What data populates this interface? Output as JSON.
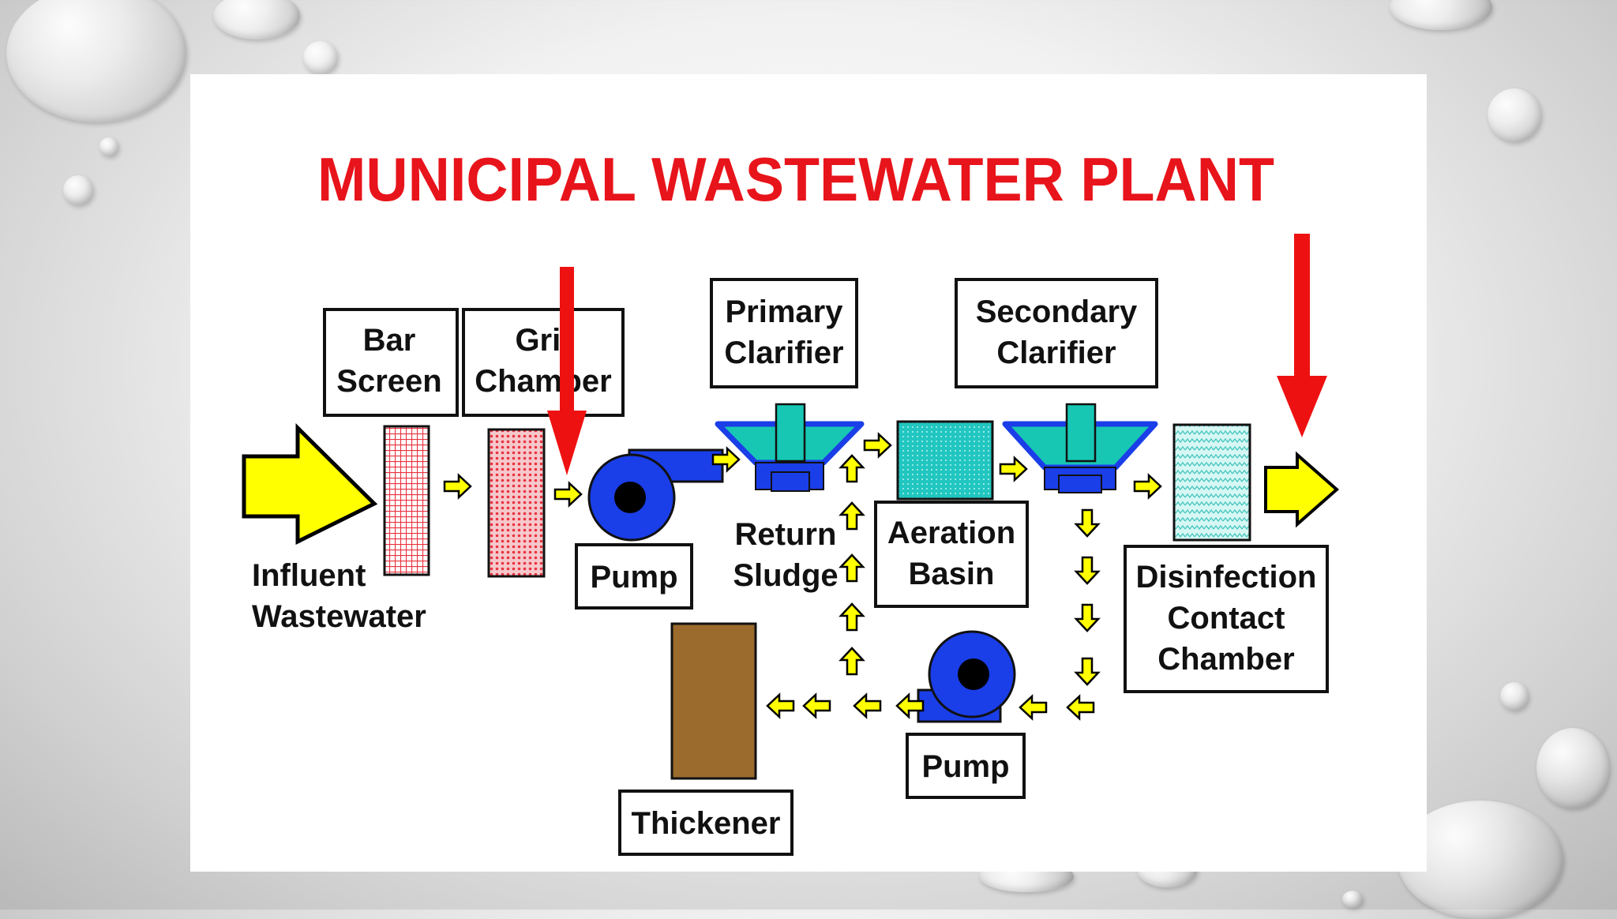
{
  "title": "MUNICIPAL WASTEWATER PLANT",
  "labels": {
    "bar_screen": [
      "Bar",
      "Screen"
    ],
    "grit_chamber": [
      "Grit",
      "Chamber"
    ],
    "primary_clarifier": [
      "Primary",
      "Clarifier"
    ],
    "secondary_clarifier": [
      "Secondary",
      "Clarifier"
    ],
    "influent": [
      "Influent",
      "Wastewater"
    ],
    "pump_1": "Pump",
    "return_sludge": [
      "Return",
      "Sludge"
    ],
    "aeration_basin": [
      "Aeration",
      "Basin"
    ],
    "disinfection": [
      "Disinfection",
      "Contact",
      "Chamber"
    ],
    "pump_2": "Pump",
    "thickener": "Thickener"
  },
  "colors": {
    "title_red": "#e8141b",
    "flow_arrow_yellow": "#ffff00",
    "pointer_red": "#ee1111",
    "pump_blue": "#1a3ee8",
    "clarifier_teal": "#17c7b4",
    "aeration_teal": "#21c6c0",
    "disinfection_mint": "#c8f4ef",
    "screen_red": "#e8333f",
    "thickener_brown": "#9b6a2d"
  }
}
